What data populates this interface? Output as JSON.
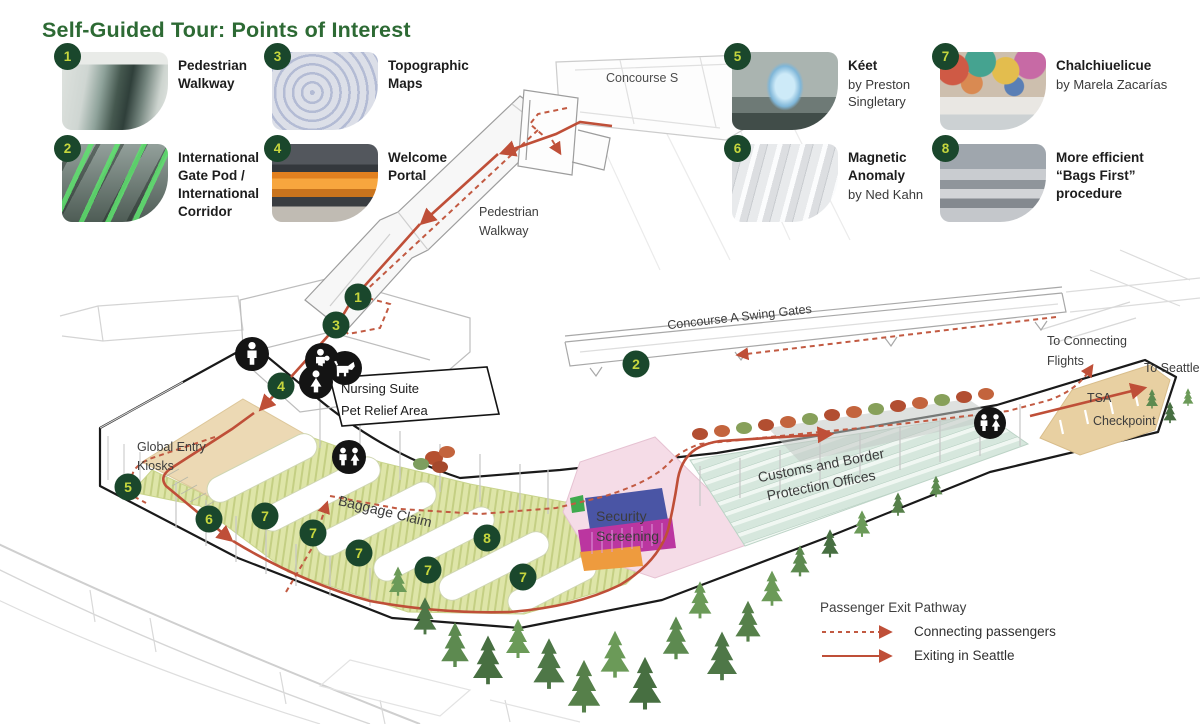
{
  "title": "Self-Guided Tour: Points of Interest",
  "poi_items": [
    {
      "num": "1",
      "name": "Pedestrian Walkway"
    },
    {
      "num": "2",
      "name": "International Gate Pod / International Corridor"
    },
    {
      "num": "3",
      "name": "Topographic Maps"
    },
    {
      "num": "4",
      "name": "Welcome Portal"
    },
    {
      "num": "5",
      "name": "Kéet",
      "byline": "by Preston Singletary"
    },
    {
      "num": "6",
      "name": "Magnetic Anomaly",
      "byline": "by Ned Kahn"
    },
    {
      "num": "7",
      "name": "Chalchiuelicue",
      "byline": "by Marela Zacarías"
    },
    {
      "num": "8",
      "name": "More efficient “Bags First” procedure"
    }
  ],
  "map_labels": {
    "concourse_s": "Concourse S",
    "walkway_l1": "Pedestrian",
    "walkway_l2": "Walkway",
    "concourse_a": "Concourse A Swing Gates",
    "nursing": "Nursing Suite",
    "pet_relief": "Pet Relief Area",
    "global_l1": "Global Entry",
    "global_l2": "Kiosks",
    "baggage": "Baggage Claim",
    "security_l1": "Security",
    "security_l2": "Screening",
    "customs_l1": "Customs and Border",
    "customs_l2": "Protection Offices",
    "tsa_l1": "TSA",
    "tsa_l2": "Checkpoint",
    "connecting_l1": "To Connecting",
    "connecting_l2": "Flights",
    "to_seattle": "To Seattle"
  },
  "badges": {
    "b1": "1",
    "b2": "2",
    "b3": "3",
    "b4": "4",
    "b5": "5",
    "b6": "6",
    "b7": "7",
    "b8": "8"
  },
  "legend": {
    "title": "Passenger Exit Pathway",
    "dashed_label": "Connecting passengers",
    "solid_label": "Exiting in Seattle"
  },
  "colors": {
    "title_green": "#2d6a34",
    "badge_bg": "#1a472c",
    "badge_num": "#c6d63e",
    "route_red": "#bf4f38"
  }
}
